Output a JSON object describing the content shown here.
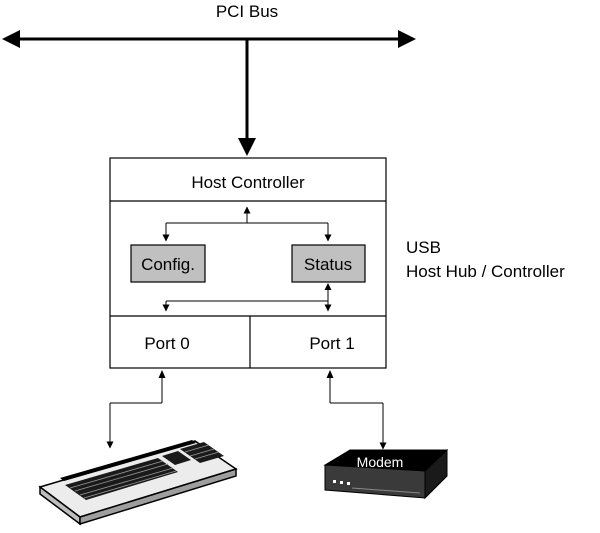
{
  "bus": {
    "label": "PCI Bus"
  },
  "controller": {
    "host_controller_label": "Host Controller",
    "config_label": "Config.",
    "status_label": "Status",
    "port0_label": "Port 0",
    "port1_label": "Port 1"
  },
  "side_label": {
    "line1": "USB",
    "line2": "Host Hub / Controller"
  },
  "devices": {
    "modem_label": "Modem"
  },
  "colors": {
    "register_fill": "#c0c0c0",
    "line": "#000000",
    "background": "#ffffff"
  }
}
